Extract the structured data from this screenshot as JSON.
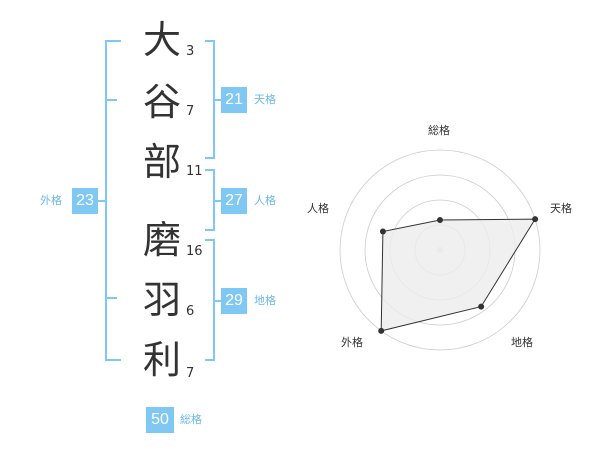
{
  "name": {
    "chars": [
      {
        "char": "大",
        "strokes": "3"
      },
      {
        "char": "谷",
        "strokes": "7"
      },
      {
        "char": "部",
        "strokes": "11"
      },
      {
        "char": "磨",
        "strokes": "16"
      },
      {
        "char": "羽",
        "strokes": "6"
      },
      {
        "char": "利",
        "strokes": "7"
      }
    ]
  },
  "fortunes": {
    "tenkaku": {
      "value": "21",
      "label": "天格"
    },
    "jinkaku": {
      "value": "27",
      "label": "人格"
    },
    "chikaku": {
      "value": "29",
      "label": "地格"
    },
    "gaikaku": {
      "value": "23",
      "label": "外格"
    },
    "soukaku": {
      "value": "50",
      "label": "総格"
    }
  },
  "radar": {
    "axes": [
      "総格",
      "天格",
      "地格",
      "外格",
      "人格"
    ],
    "values": [
      0.3,
      1.0,
      0.7,
      1.0,
      0.6
    ],
    "colors": {
      "fill": "#ececec",
      "line": "#333333",
      "grid": "#cccccc",
      "accent": "#7fc8f4"
    }
  }
}
